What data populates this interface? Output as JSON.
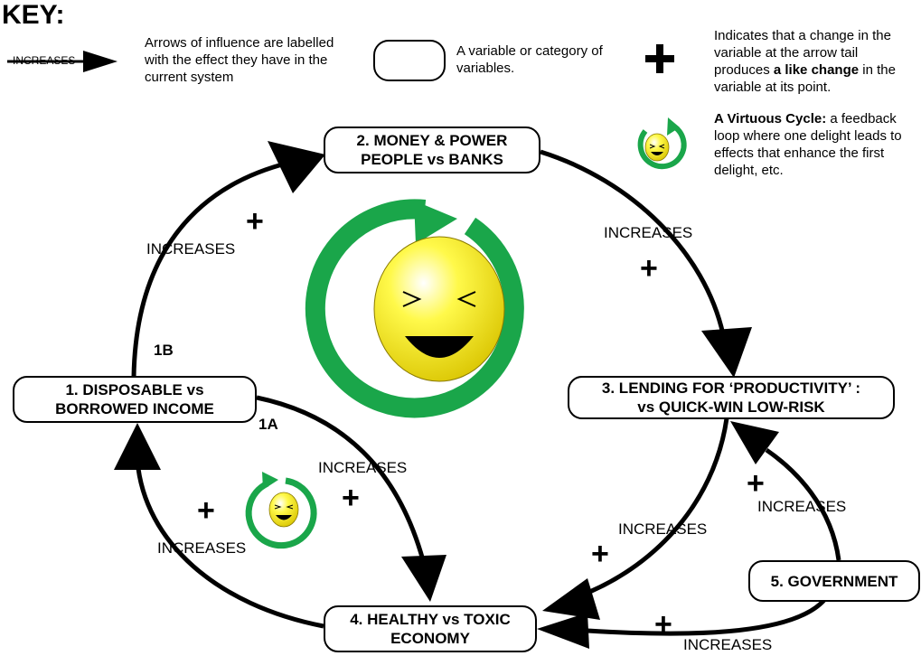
{
  "key": {
    "title": "KEY:",
    "arrow_tag": "INCREASES",
    "arrow_desc": "Arrows of influence are labelled with the effect they have in the current system",
    "node_desc": "A variable or category of variables.",
    "plus_desc_1": "Indicates that a change in the variable at the arrow tail produces ",
    "plus_desc_bold": "a like change",
    "plus_desc_2": " in the variable at its point.",
    "cycle_title": "A Virtuous Cycle:",
    "cycle_desc": " a feedback loop where one delight leads to effects that enhance the first delight, etc."
  },
  "nodes": {
    "n1": {
      "line1": "1. DISPOSABLE vs",
      "line2": "BORROWED INCOME"
    },
    "n2": {
      "line1": "2. MONEY & POWER",
      "line2": "PEOPLE vs BANKS"
    },
    "n3": {
      "line1": "3. LENDING FOR ‘PRODUCTIVITY’ :",
      "line2": "vs QUICK-WIN LOW-RISK"
    },
    "n4": {
      "line1": "4. HEALTHY vs TOXIC",
      "line2": "ECONOMY"
    },
    "n5": {
      "line1": "5. GOVERNMENT"
    }
  },
  "edges": {
    "e1b": {
      "label": "INCREASES",
      "tag": "1B",
      "sign": "+"
    },
    "e1a": {
      "label": "INCREASES",
      "tag": "1A",
      "sign": "+"
    },
    "e23": {
      "label": "INCREASES",
      "sign": "+"
    },
    "e34": {
      "label": "INCREASES",
      "sign": "+"
    },
    "e41": {
      "label": "INCREASES",
      "sign": "+"
    },
    "e53": {
      "label": "INCREASES",
      "sign": "+"
    },
    "e54": {
      "label": "INCREASES",
      "sign": "+"
    }
  },
  "colors": {
    "cycle_green": "#1aa64a",
    "smiley_yellow": "#ffee00",
    "line": "#000000"
  }
}
